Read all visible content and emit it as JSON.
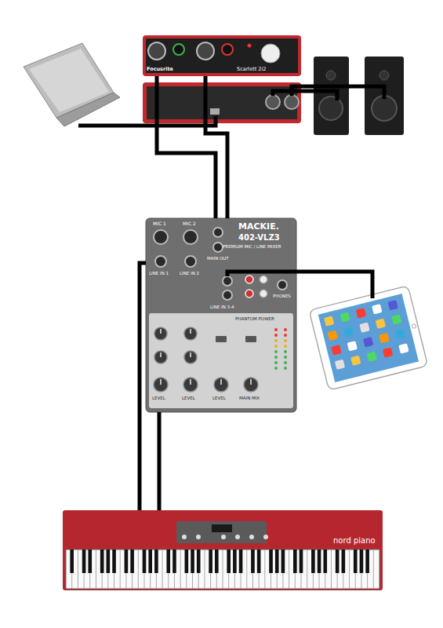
{
  "diagram": {
    "nodes": [
      {
        "text": [
          "Focusrite",
          "Scarlett 2i2"
        ]
      },
      {
        "text": [
          "MACKIE.",
          "402-VLZ3",
          "PREMIUM MIC / LINE MIXER"
        ]
      },
      {
        "text": [
          "nord piano"
        ]
      }
    ],
    "edges": [
      {
        "from": 0,
        "to": 1,
        "arrow": "none"
      },
      {
        "from": 0,
        "to": 1,
        "arrow": "none"
      },
      {
        "from": 2,
        "to": 1,
        "arrow": "none"
      },
      {
        "from": 2,
        "to": 1,
        "arrow": "none"
      }
    ],
    "labels": [
      "MIC 1",
      "MIC 2",
      "LINE IN 1",
      "LINE IN 2",
      "MAIN OUT",
      "LINE IN 3-4",
      "PHONES",
      "PHANTOM POWER",
      "LEVEL",
      "LEVEL",
      "LEVEL",
      "MAIN MIX"
    ]
  }
}
